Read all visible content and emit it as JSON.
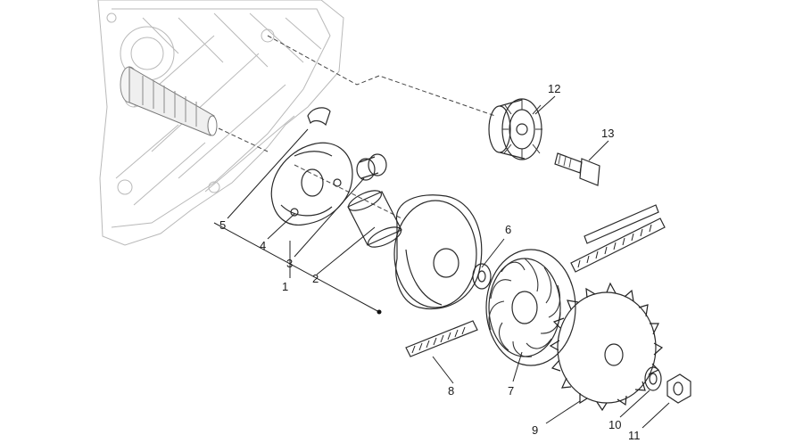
{
  "diagram": {
    "callouts": [
      {
        "id": "1",
        "text": "1"
      },
      {
        "id": "2",
        "text": "2"
      },
      {
        "id": "3",
        "text": "3"
      },
      {
        "id": "4",
        "text": "4"
      },
      {
        "id": "5",
        "text": "5"
      },
      {
        "id": "6",
        "text": "6"
      },
      {
        "id": "7",
        "text": "7"
      },
      {
        "id": "8",
        "text": "8"
      },
      {
        "id": "9",
        "text": "9"
      },
      {
        "id": "10",
        "text": "10"
      },
      {
        "id": "11",
        "text": "11"
      },
      {
        "id": "12",
        "text": "12"
      },
      {
        "id": "13",
        "text": "13"
      }
    ],
    "colors": {
      "ink": "#2a2a2a",
      "ghost": "#b9b9b9",
      "background": "#ffffff"
    }
  }
}
